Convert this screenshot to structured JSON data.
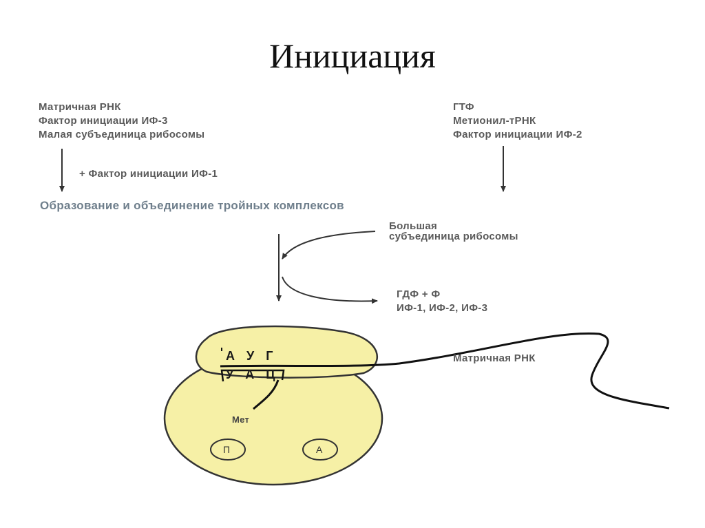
{
  "slide": {
    "title": "Инициация"
  },
  "left_inputs": {
    "line1": "Матричная РНК",
    "line2": "Фактор инициации ИФ-3",
    "line3": "Малая субъединица рибосомы",
    "added": "+ Фактор инициации ИФ-1"
  },
  "right_inputs": {
    "line1": "ГТФ",
    "line2": "Метионил-тРНК",
    "line3": "Фактор инициации ИФ-2"
  },
  "stage": "Образование и объединение тройных комплексов",
  "incoming": {
    "line1": "Большая",
    "line2": "субъединица рибосомы"
  },
  "released": {
    "line1": "ГДФ + Ф",
    "line2": "ИФ-1, ИФ-2, ИФ-3"
  },
  "ribosome": {
    "codon": "А У Г",
    "anticodon": "У А Ц",
    "amino_acid": "Мет",
    "site_p": "П",
    "site_a": "А",
    "mrna_label": "Матричная РНК"
  }
}
